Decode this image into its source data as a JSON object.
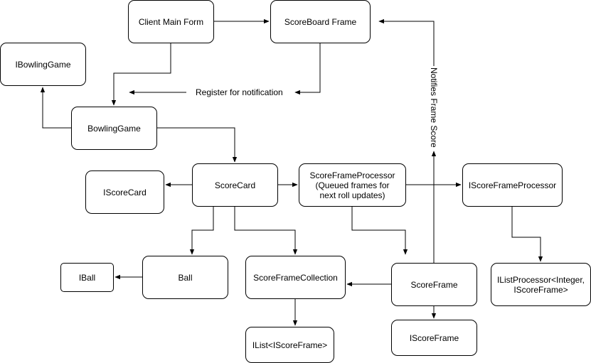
{
  "nodes": {
    "client_main_form": "Client Main Form",
    "scoreboard_frame": "ScoreBoard Frame",
    "ibowlinggame": "IBowlingGame",
    "bowlinggame": "BowlingGame",
    "iscorecard": "IScoreCard",
    "scorecard": "ScoreCard",
    "scoreframeprocessor": "ScoreFrameProcessor\n(Queued frames for next roll updates)",
    "iscoreframeprocessor": "IScoreFrameProcessor",
    "iball": "IBall",
    "ball": "Ball",
    "scoreframecollection": "ScoreFrameCollection",
    "scoreframe": "ScoreFrame",
    "ilistprocessor": "IListProcessor<Integer,\nIScoreFrame>",
    "ilist_iscoreframe": "IList<IScoreFrame>",
    "iscoreframe": "IScoreFrame"
  },
  "edge_labels": {
    "register_for_notification": "Register for notification",
    "notifies_frame_score": "Notifies Frame Score"
  },
  "colors": {
    "stroke": "#000000",
    "background": "#ffffff"
  }
}
